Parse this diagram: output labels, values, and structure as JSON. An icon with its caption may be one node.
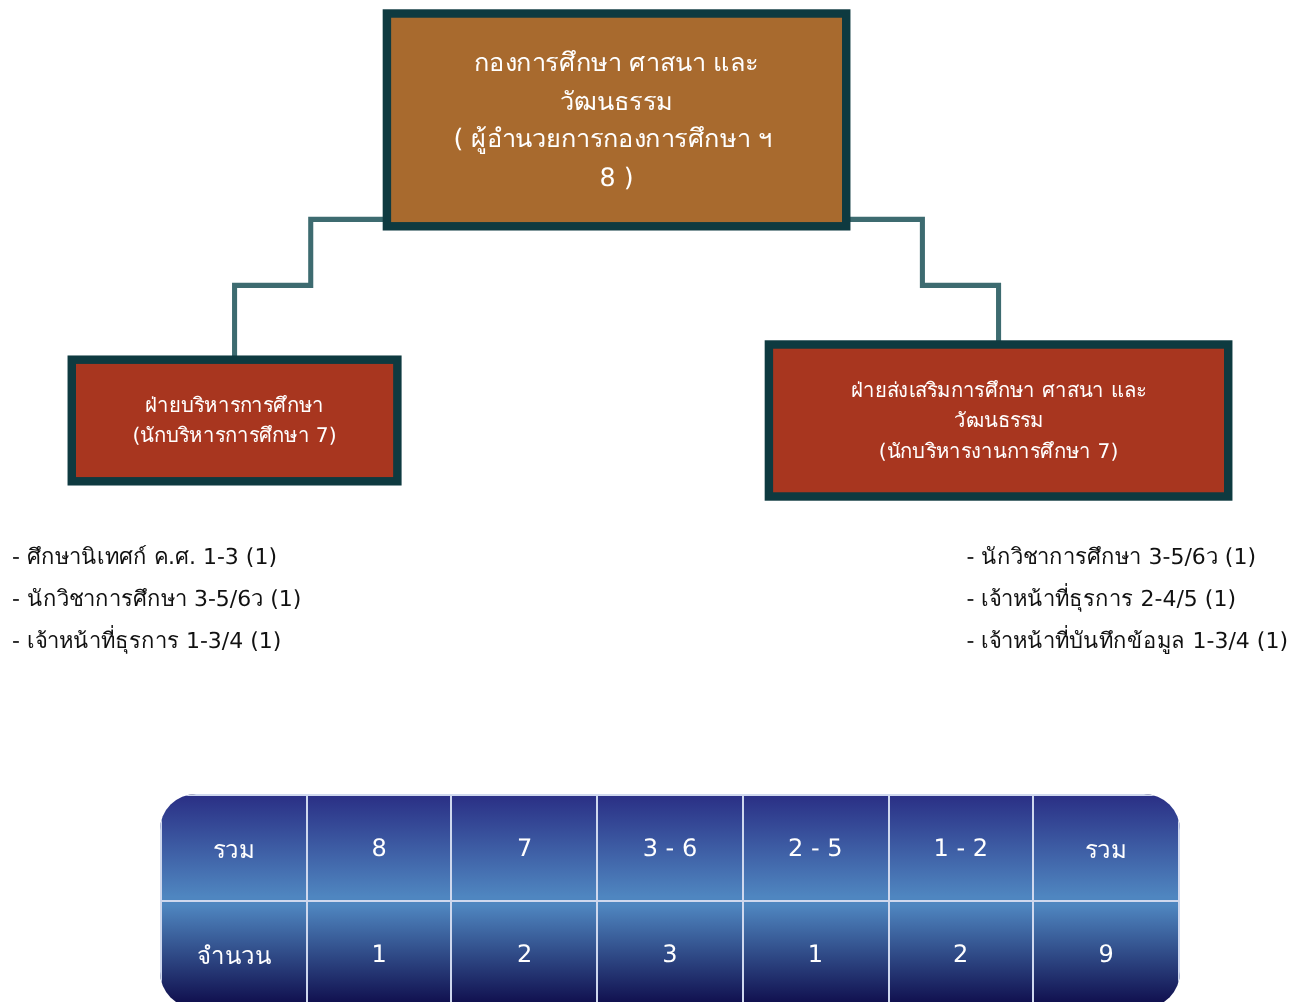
{
  "diagram": {
    "nodes": [
      {
        "text": [
          "กองการศึกษา ศาสนา และวัฒนธรรม",
          "( ผู้อำนวยการกองการศึกษา ฯ 8 )"
        ]
      },
      {
        "text": [
          "ฝ่ายบริหารการศึกษา",
          "(นักบริหารการศึกษา 7)"
        ]
      },
      {
        "text": [
          "ฝ่ายส่งเสริมการศึกษา ศาสนา และวัฒนธรรม",
          "(นักบริหารงานการศึกษา 7)"
        ]
      }
    ],
    "edges": [
      {
        "from": 0,
        "to": 1,
        "arrow": "none"
      },
      {
        "from": 0,
        "to": 2,
        "arrow": "none"
      }
    ],
    "labels": [
      "- ศึกษานิเทศก์ ค.ศ. 1-3 (1)",
      "- นักวิชาการศึกษา 3-5/6ว (1)",
      "- เจ้าหน้าที่ธุรการ 1-3/4 (1)",
      "- นักวิชาการศึกษา 3-5/6ว (1)",
      "- เจ้าหน้าที่ธุรการ 2-4/5 (1)",
      "- เจ้าหน้าที่บันทึกข้อมูล 1-3/4 (1)",
      "รวม",
      "8",
      "7",
      "3 - 6",
      "2 - 5",
      "1 - 2",
      "รวม",
      "จำนวน",
      "1",
      "2",
      "3",
      "1",
      "2",
      "9"
    ]
  }
}
